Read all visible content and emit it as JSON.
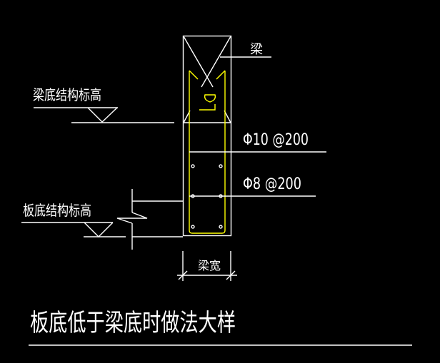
{
  "drawing": {
    "title": "板底低于梁底时做法大样",
    "labels": {
      "beam": "梁",
      "beam_bottom_elevation": "梁底结构标高",
      "slab_bottom_elevation": "板底结构标高",
      "beam_width": "梁宽",
      "rebar_top": "Φ10 @200",
      "rebar_bottom": "Φ8 @200"
    },
    "colors": {
      "background": "#000000",
      "lines": "#ffffff",
      "reinforcement": "#ffff00"
    }
  }
}
